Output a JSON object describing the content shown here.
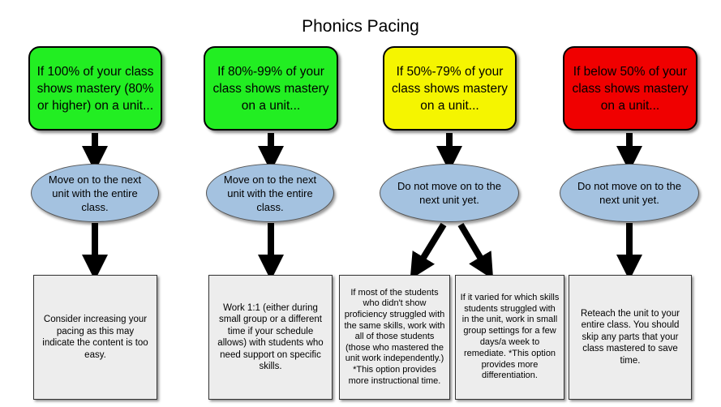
{
  "title": "Phonics Pacing",
  "colors": {
    "condition_1": "#22ee22",
    "condition_2": "#22ee22",
    "condition_3": "#f5f500",
    "condition_4": "#f00000",
    "ellipse_fill": "#a4c2e0",
    "result_fill": "#ededed"
  },
  "conditions": [
    {
      "text": "If 100% of your class shows mastery (80% or higher) on a unit..."
    },
    {
      "text": "If 80%-99% of your class shows mastery on a unit..."
    },
    {
      "text": "If 50%-79% of your class shows mastery on a unit..."
    },
    {
      "text": "If below 50% of your class shows mastery on a unit..."
    }
  ],
  "actions": [
    {
      "text": "Move on to the next unit with the entire class."
    },
    {
      "text": "Move on to the next unit with the entire class."
    },
    {
      "text": "Do not move on to the next unit yet."
    },
    {
      "text": "Do not move on to the next unit yet."
    }
  ],
  "results": [
    {
      "text": "Consider increasing your pacing as this may indicate the content is too easy."
    },
    {
      "text": "Work 1:1 (either during small group or a different time if your schedule allows) with students who need support on specific skills."
    },
    {
      "text": "If most of the students who didn't show proficiency struggled with the same skills, work with all of those students (those who mastered the unit work independently.) *This option provides more instructional time."
    },
    {
      "text": "If it varied for which skills students struggled with in the unit, work in small group settings for a few days/a week to remediate. *This option provides more differentiation."
    },
    {
      "text": "Reteach the unit to your entire class. You should skip any parts that your class mastered to save time."
    }
  ]
}
